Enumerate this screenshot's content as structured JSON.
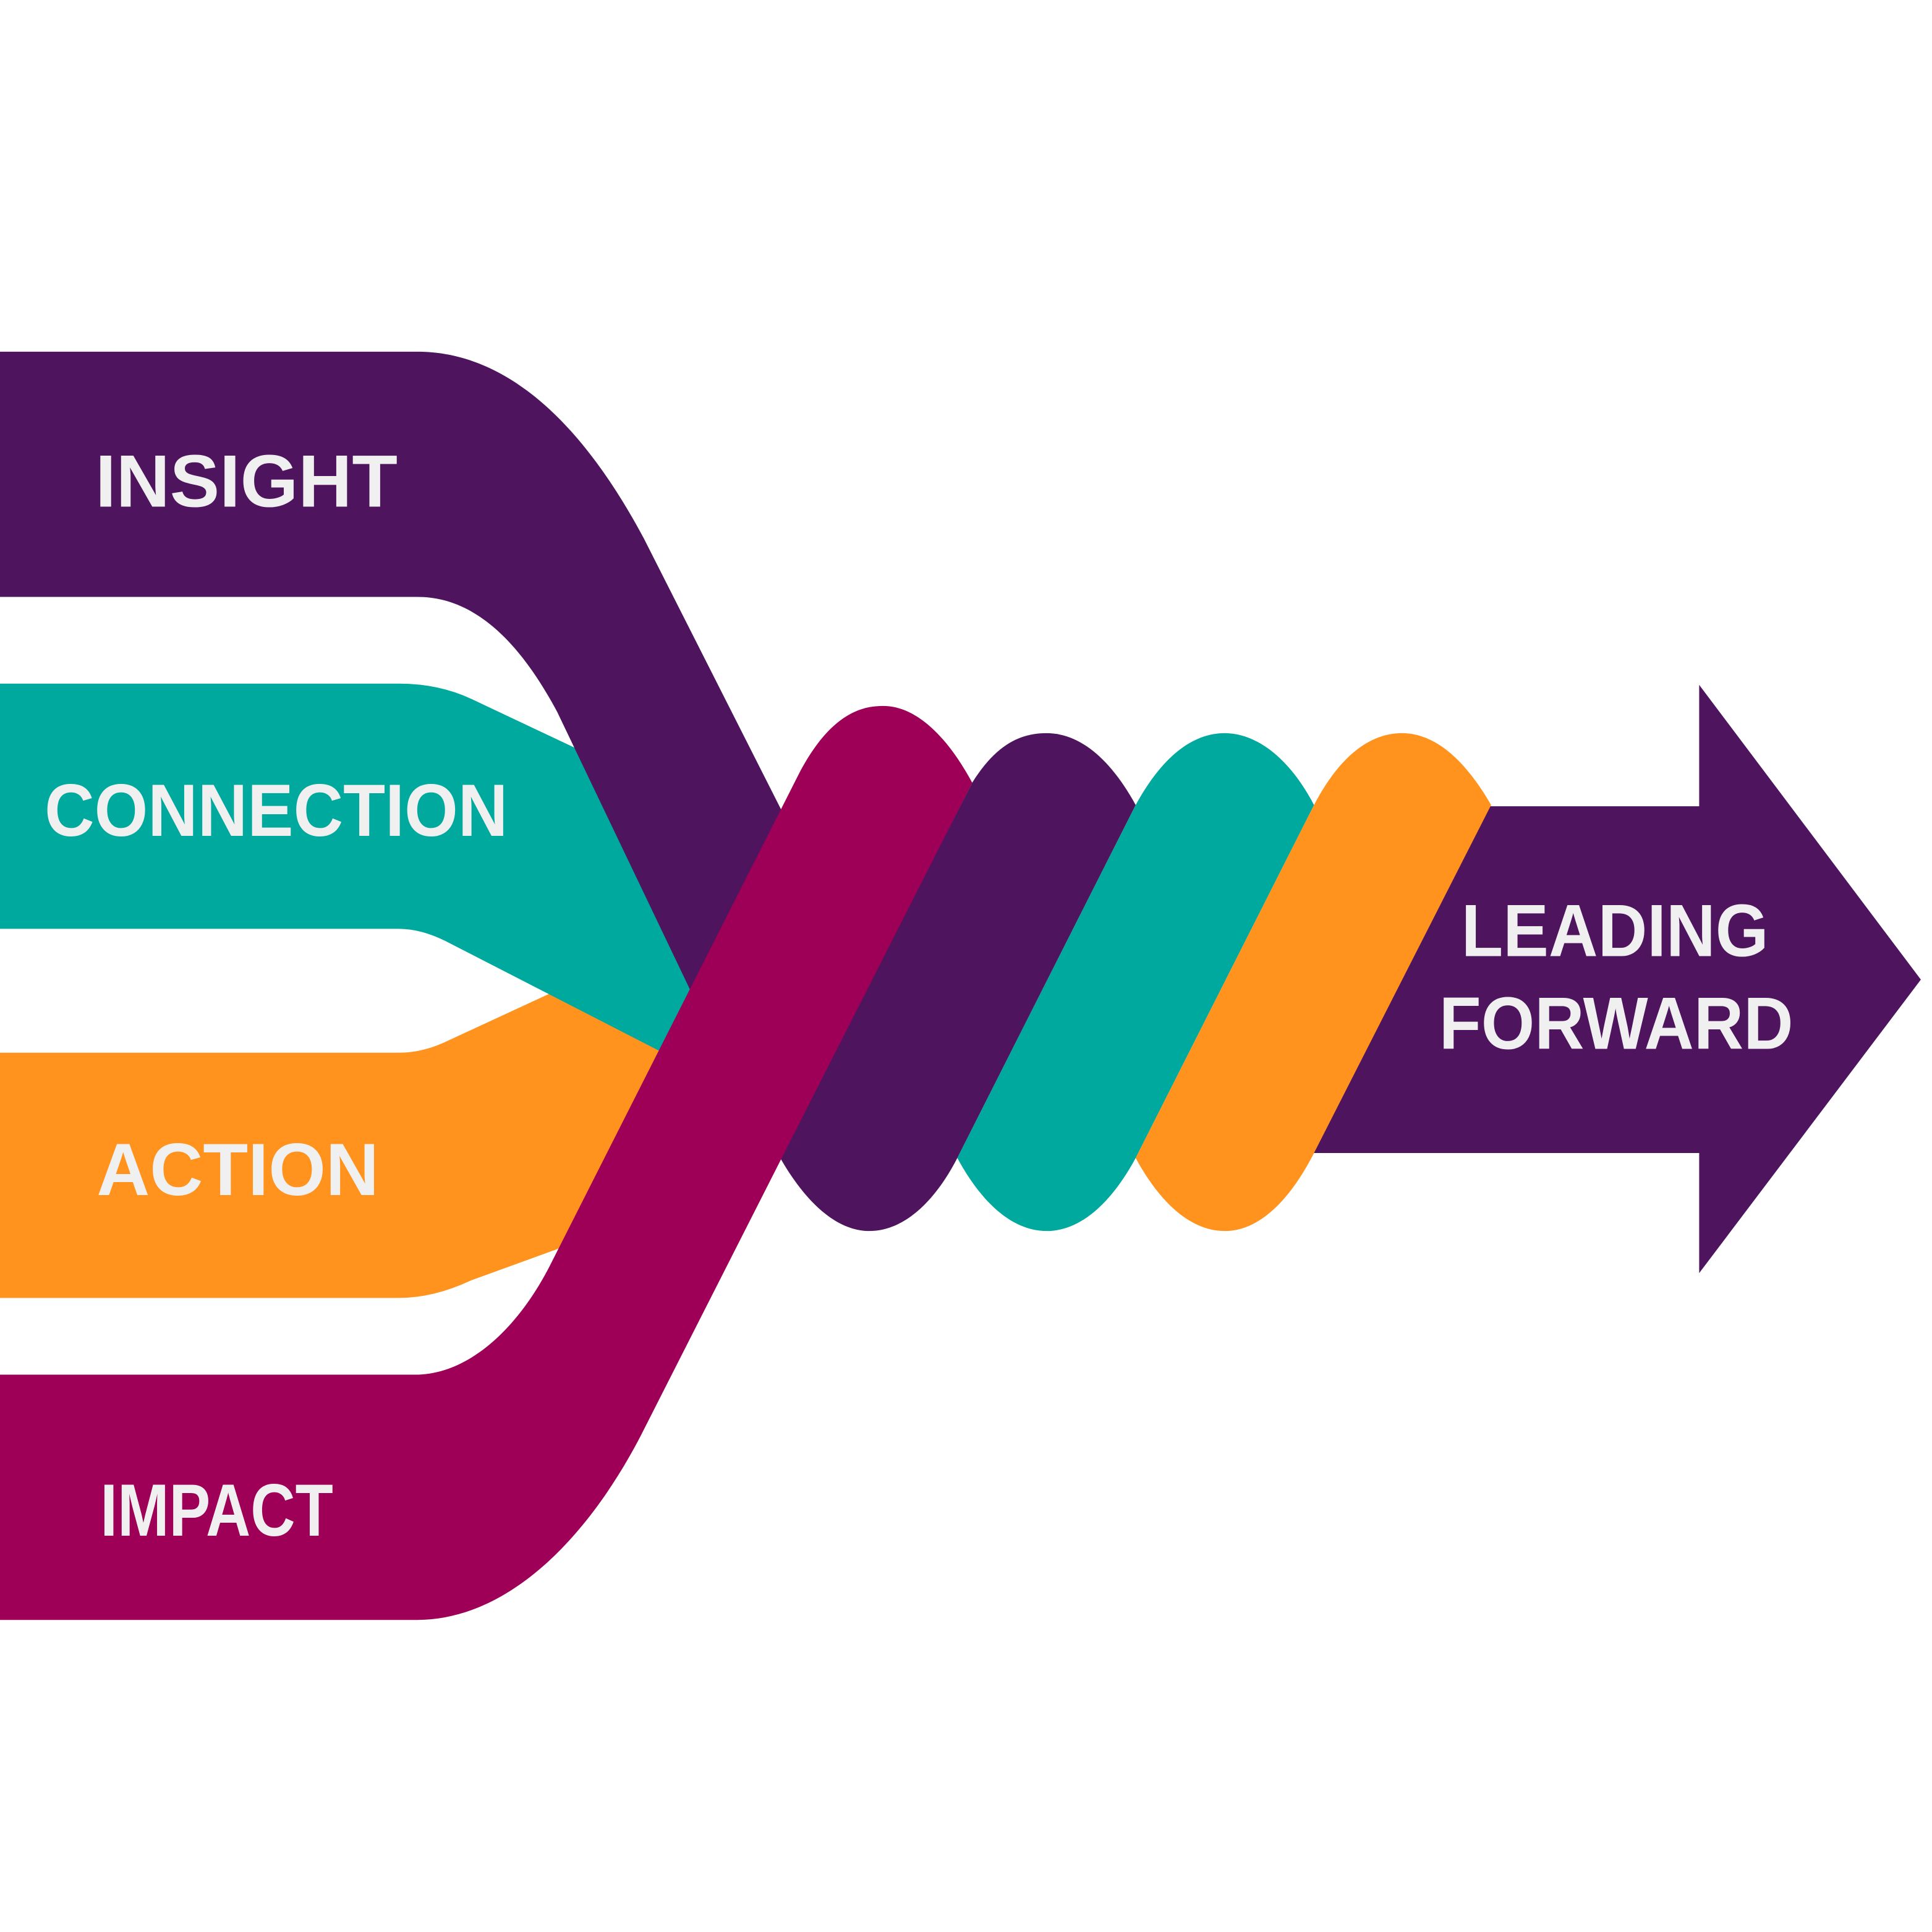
{
  "colors": {
    "purple": "#4E145E",
    "teal": "#00A99D",
    "orange": "#FF931E",
    "magenta": "#9E0057",
    "text": "#F0F0F0",
    "background": "#FFFFFF"
  },
  "streams": [
    {
      "label": "INSIGHT"
    },
    {
      "label": "CONNECTION"
    },
    {
      "label": "ACTION"
    },
    {
      "label": "IMPACT"
    }
  ],
  "arrow": {
    "line1": "LEADING",
    "line2": "FORWARD"
  }
}
